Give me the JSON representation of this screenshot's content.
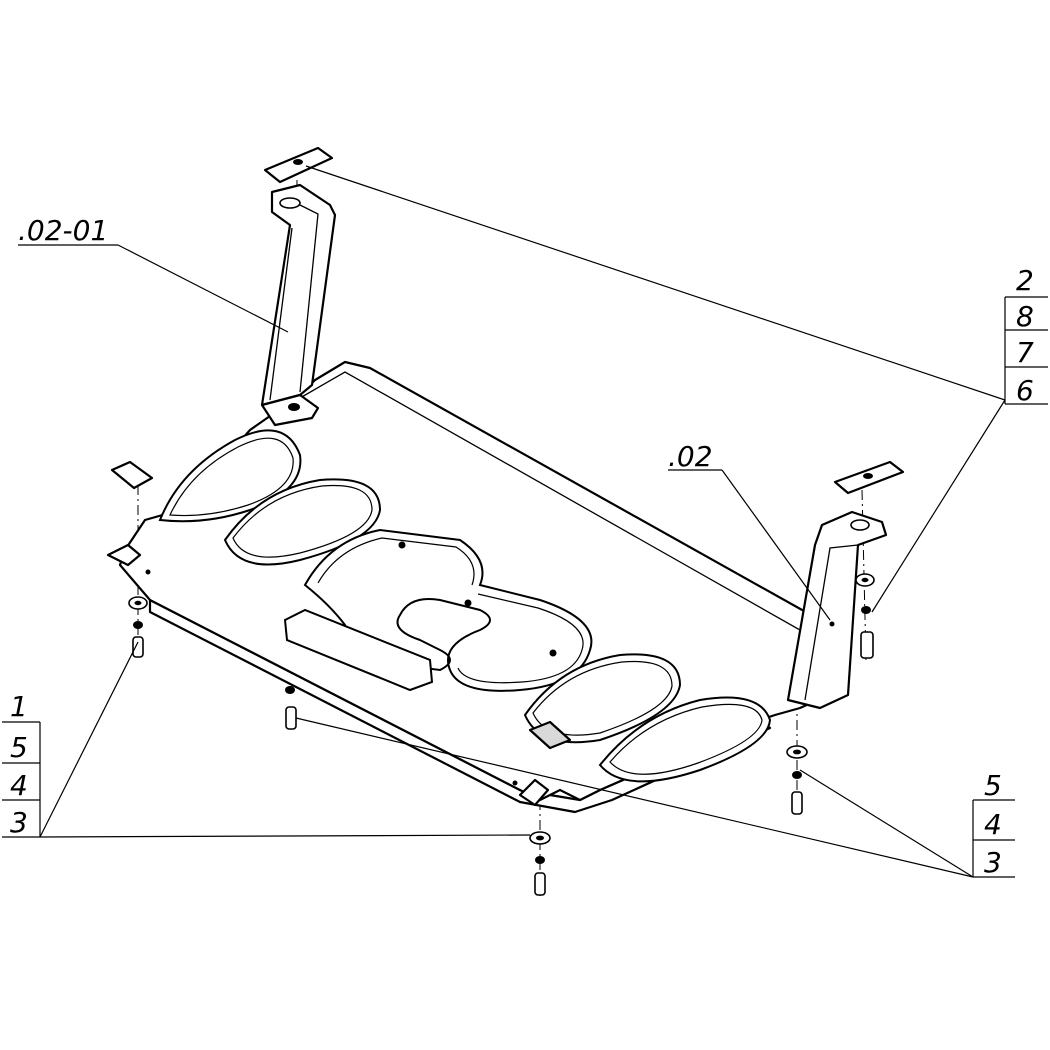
{
  "callouts": {
    "bracket_left": ".02-01",
    "bracket_right": ".02",
    "right_stack": [
      "2",
      "8",
      "7",
      "6"
    ],
    "left_stack": [
      "1",
      "5",
      "4",
      "3"
    ],
    "bottom_right_stack": [
      "5",
      "4",
      "3"
    ]
  },
  "colors": {
    "line": "#000000",
    "background": "#ffffff"
  }
}
